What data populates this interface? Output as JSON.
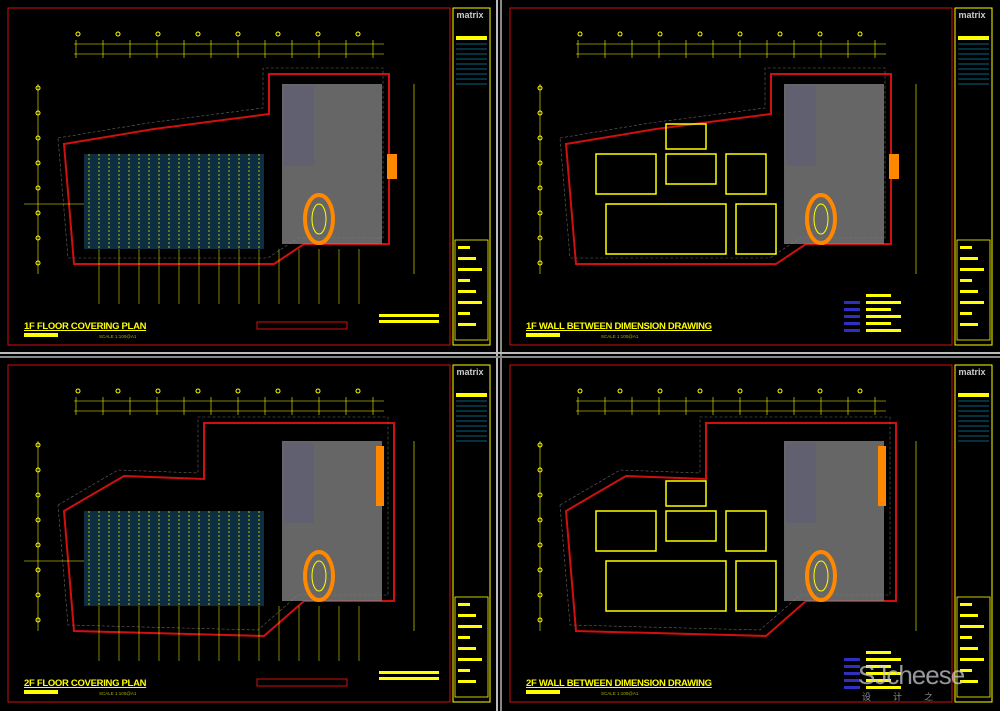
{
  "sheets": [
    {
      "title": "1F FLOOR COVERING PLAN",
      "scale": "SCALE 1:100@A1",
      "logo": "matrix",
      "kind": "floor",
      "level": 1
    },
    {
      "title": "1F WALL BETWEEN DIMENSION DRAWING",
      "scale": "SCALE 1:100@A1",
      "logo": "matrix",
      "kind": "wall",
      "level": 1
    },
    {
      "title": "2F FLOOR COVERING PLAN",
      "scale": "SCALE 1:100@A1",
      "logo": "matrix",
      "kind": "floor",
      "level": 2
    },
    {
      "title": "2F WALL BETWEEN DIMENSION DRAWING",
      "scale": "SCALE 1:100@A1",
      "logo": "matrix",
      "kind": "wall",
      "level": 2
    }
  ],
  "watermark": {
    "text": "SJcheese",
    "sub": "设计之"
  },
  "colors": {
    "frame": "#d01010",
    "line": "#ffff00",
    "hatch": "#808080",
    "stair": "#ff8800",
    "cyan": "#00c0ff"
  }
}
